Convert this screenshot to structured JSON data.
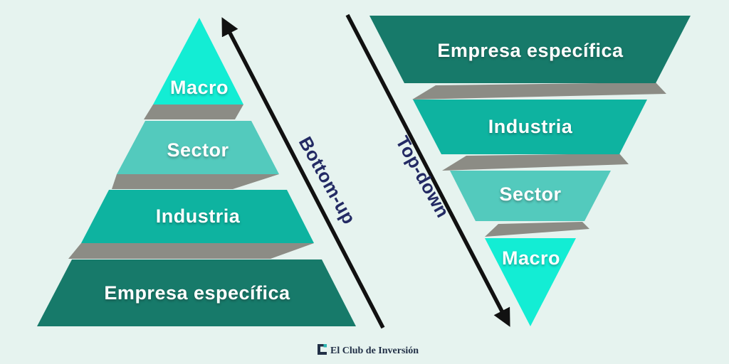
{
  "title": "Bottom-up vs Top-down investing pyramids",
  "colors": {
    "background": "#e6f3ef",
    "macro": "#13edd4",
    "sector": "#53cabd",
    "industria": "#0eb3a0",
    "empresa": "#177a6a",
    "shadow": "#8c8c85",
    "arrow": "#111111",
    "direction_text": "#232a64",
    "layer_text": "#ffffff",
    "footer_text": "#223047",
    "logo_accent": "#2ab5b0"
  },
  "pyramids": {
    "bottom_up": {
      "direction_label": "Bottom-up",
      "layers": [
        {
          "label": "Macro",
          "color": "#13edd4"
        },
        {
          "label": "Sector",
          "color": "#53cabd"
        },
        {
          "label": "Industria",
          "color": "#0eb3a0"
        },
        {
          "label": "Empresa específica",
          "color": "#177a6a"
        }
      ]
    },
    "top_down": {
      "direction_label": "Top-down",
      "layers": [
        {
          "label": "Empresa específica",
          "color": "#177a6a"
        },
        {
          "label": "Industria",
          "color": "#0eb3a0"
        },
        {
          "label": "Sector",
          "color": "#53cabd"
        },
        {
          "label": "Macro",
          "color": "#13edd4"
        }
      ]
    }
  },
  "footer": {
    "brand": "El Club de Inversión"
  }
}
